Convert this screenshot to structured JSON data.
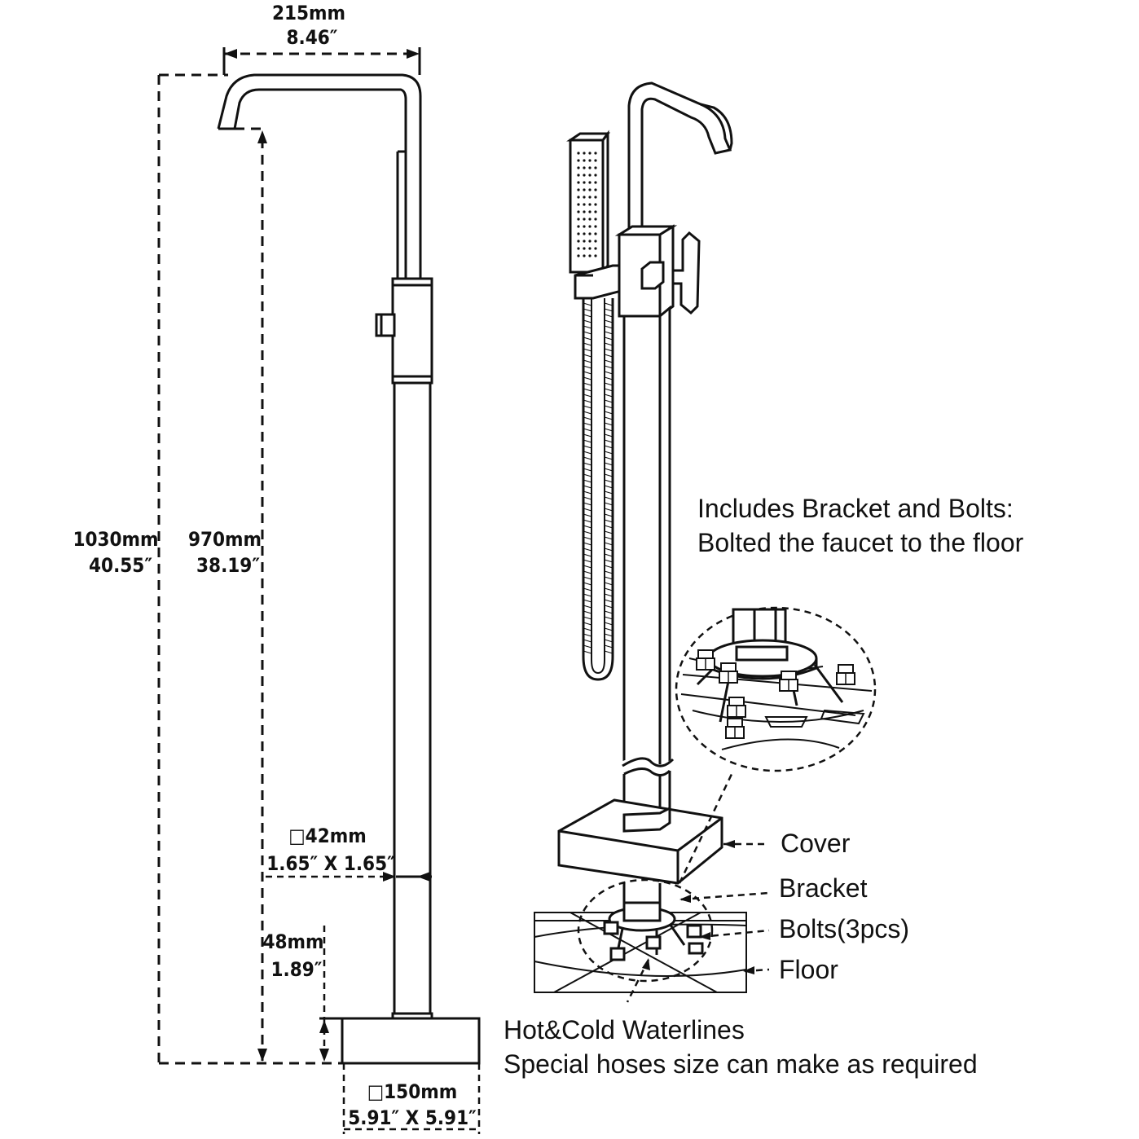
{
  "dimensions": {
    "spout_reach_mm": "215mm",
    "spout_reach_in": "8.46″",
    "total_height_mm": "1030mm",
    "total_height_in": "40.55″",
    "spout_height_mm": "970mm",
    "spout_height_in": "38.19″",
    "pipe_size_mm": "□42mm",
    "pipe_size_in": "1.65″ X 1.65″",
    "base_height_mm": "48mm",
    "base_height_in": "1.89″",
    "base_size_mm": "□150mm",
    "base_size_in": "5.91″ X 5.91″"
  },
  "notes": {
    "includes_line1": "Includes Bracket and Bolts:",
    "includes_line2": "Bolted the faucet to the floor",
    "waterlines_line1": "Hot&Cold Waterlines",
    "waterlines_line2": "Special hoses size can make as required"
  },
  "callouts": {
    "cover": "Cover",
    "bracket": "Bracket",
    "bolts": "Bolts(3pcs)",
    "floor": "Floor"
  },
  "colors": {
    "ink": "#111111",
    "background": "#ffffff"
  }
}
